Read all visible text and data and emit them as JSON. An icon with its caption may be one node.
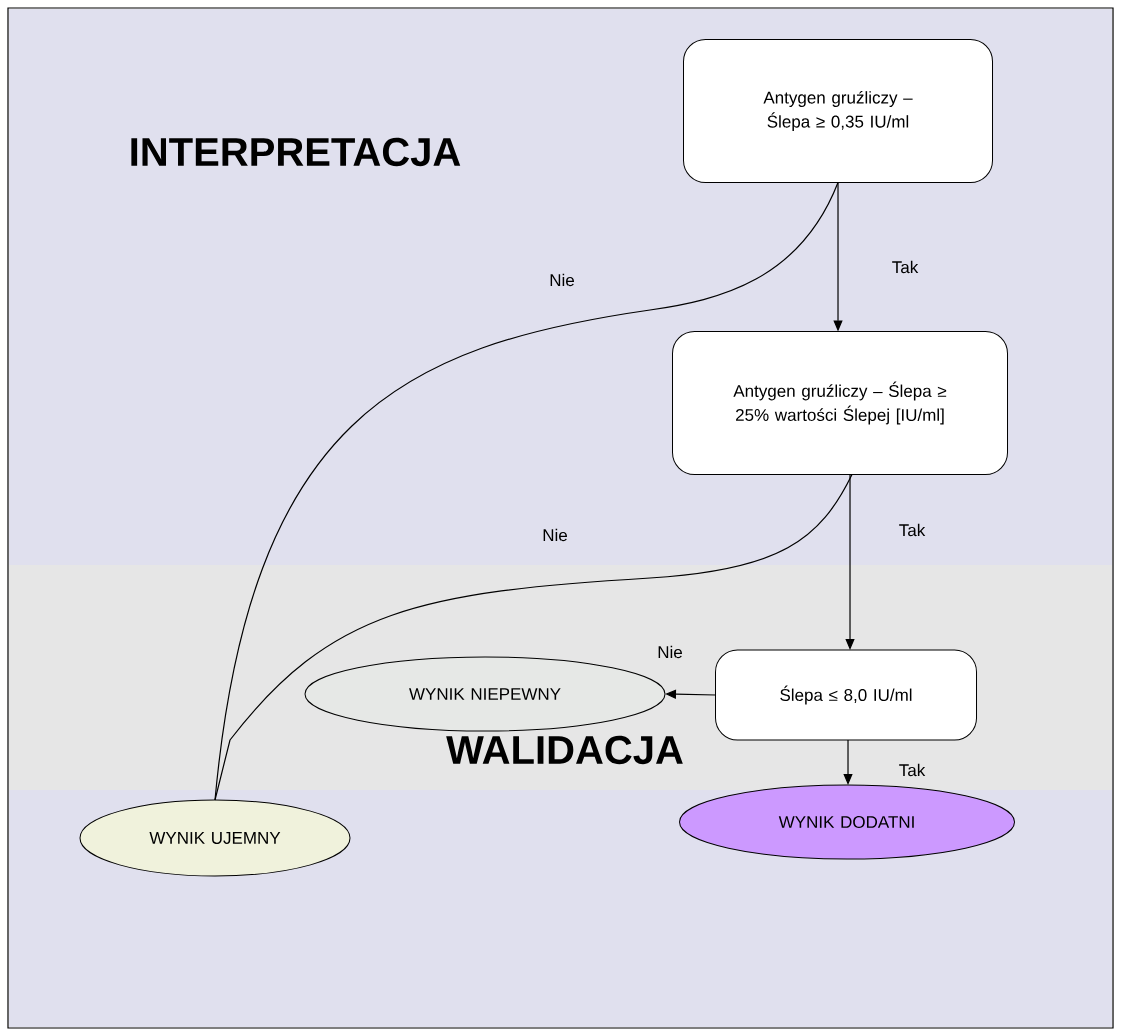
{
  "diagram": {
    "nodes": [
      {
        "text": [
          "Antygen gruźliczy – Ślepa ≥ 0,35 IU/ml"
        ]
      },
      {
        "text": [
          "Antygen gruźliczy – Ślepa ≥ 25% wartości Ślepej [IU/ml]"
        ]
      },
      {
        "text": [
          "Ślepa ≤ 8,0 IU/ml"
        ]
      },
      {
        "text": [
          "WYNIK NIEPEWNY"
        ]
      },
      {
        "text": [
          "WYNIK UJEMNY"
        ]
      },
      {
        "text": [
          "WYNIK DODATNI"
        ]
      }
    ],
    "edges": [
      {
        "from": 0,
        "to": 1,
        "arrow": "to",
        "label": "Tak"
      },
      {
        "from": 1,
        "to": 2,
        "arrow": "to",
        "label": "Tak"
      },
      {
        "from": 2,
        "to": 3,
        "arrow": "to",
        "label": "Nie"
      },
      {
        "from": 2,
        "to": 5,
        "arrow": "to",
        "label": "Tak"
      },
      {
        "from": 0,
        "to": 4,
        "arrow": "none",
        "label": "Nie"
      },
      {
        "from": 1,
        "to": 4,
        "arrow": "none",
        "label": "Nie"
      }
    ],
    "labels": [
      "INTERPRETACJA",
      "WALIDACJA"
    ]
  }
}
